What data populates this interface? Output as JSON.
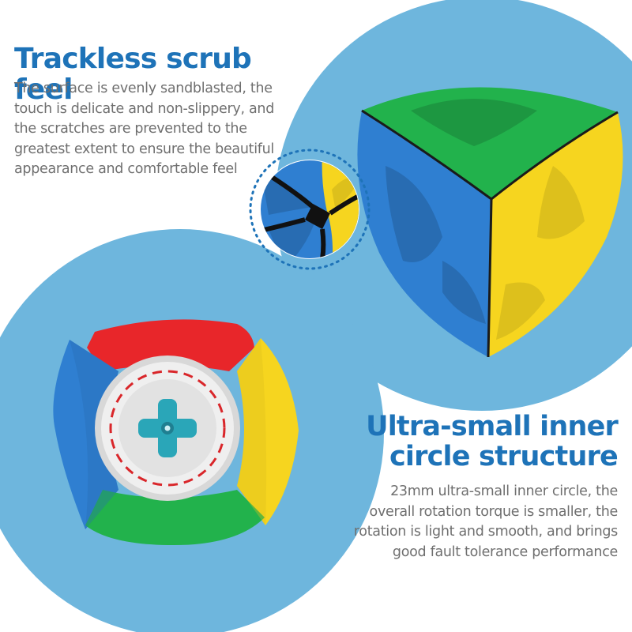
{
  "colors": {
    "heading": "#1e73b8",
    "body_text": "#6f6f6f",
    "backdrop_circle": "#6eb6dd",
    "cube_blue": "#2f7fd1",
    "cube_green": "#22b24c",
    "cube_yellow": "#f6d51f",
    "cube_red": "#e8262a",
    "core_gray": "#e6e6e6",
    "core_teal": "#2aa6b8",
    "dashed_ring": "#d9262a"
  },
  "sections": {
    "surface": {
      "title": "Trackless scrub feel",
      "body": "The surface is evenly sandblasted, the touch is delicate and non-slippery, and the scratches are prevented to the greatest extent to ensure the beautiful appearance and comfortable feel"
    },
    "core": {
      "title": "Ultra-small inner circle structure",
      "body": "23mm ultra-small inner circle, the overall rotation torque is smaller, the rotation is light and smooth, and brings good fault tolerance performance"
    }
  }
}
